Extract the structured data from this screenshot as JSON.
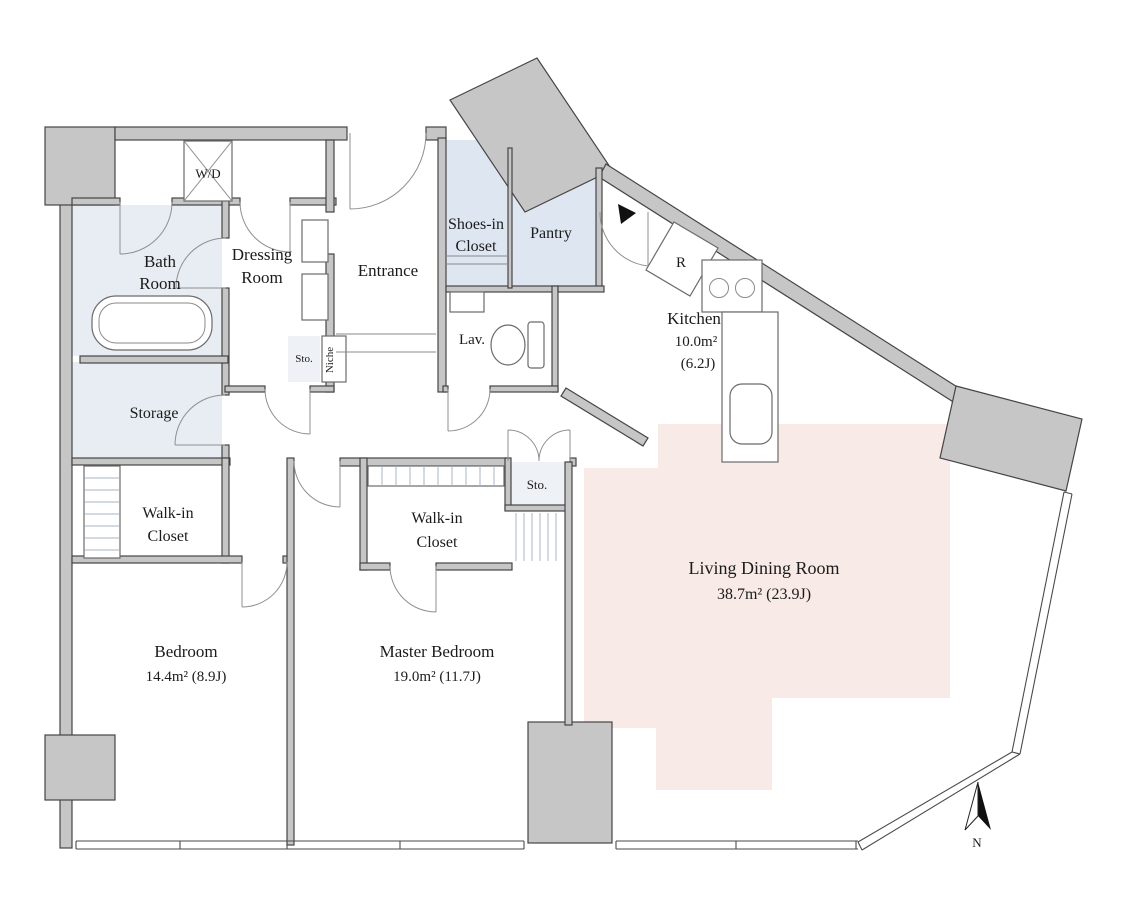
{
  "colors": {
    "wall": "#c6c6c6",
    "wall_stroke": "#454545",
    "bath_floor": "#e8edf3",
    "closet_floor": "#dde6f1",
    "storage_floor": "#e8edf3",
    "small_storage_floor": "#eef1f5",
    "living_floor": "#f8eae6",
    "marker": "#111111",
    "text": "#1b1b1b"
  },
  "rooms": {
    "washer_dryer": {
      "label": "W/D"
    },
    "bath": {
      "line1": "Bath",
      "line2": "Room"
    },
    "dressing": {
      "line1": "Dressing",
      "line2": "Room"
    },
    "entrance": {
      "label": "Entrance"
    },
    "shoes_closet": {
      "line1": "Shoes-in",
      "line2": "Closet"
    },
    "pantry": {
      "label": "Pantry"
    },
    "refrigerator": {
      "label": "R"
    },
    "kitchen": {
      "name": "Kitchen",
      "area": "10.0m²",
      "tatami": "(6.2J)"
    },
    "lavatory": {
      "label": "Lav."
    },
    "hall_storage": {
      "label": "Sto."
    },
    "niche": {
      "label": "Niche"
    },
    "storage": {
      "label": "Storage"
    },
    "walk_in_closet_west": {
      "line1": "Walk-in",
      "line2": "Closet"
    },
    "walk_in_closet_center": {
      "line1": "Walk-in",
      "line2": "Closet"
    },
    "corridor_storage": {
      "label": "Sto."
    },
    "living_dining": {
      "name": "Living Dining Room",
      "area": "38.7m²  (23.9J)"
    },
    "bedroom": {
      "name": "Bedroom",
      "area": "14.4m²  (8.9J)"
    },
    "master_bedroom": {
      "name": "Master Bedroom",
      "area": "19.0m²  (11.7J)"
    }
  },
  "compass": {
    "north_label": "N"
  }
}
